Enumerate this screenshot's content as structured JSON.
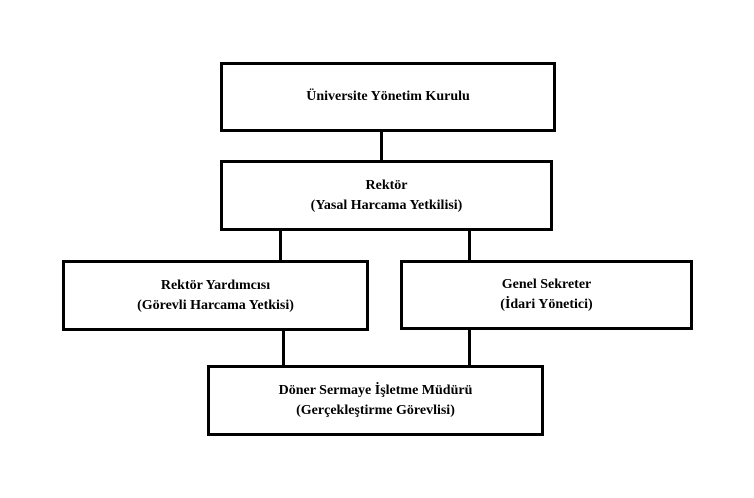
{
  "diagram": {
    "nodes": {
      "board": {
        "line1": "Üniversite Yönetim Kurulu"
      },
      "rector": {
        "line1": "Rektör",
        "line2": "(Yasal Harcama Yetkilisi)"
      },
      "vice_rector": {
        "line1": "Rektör Yardımcısı",
        "line2": "(Görevli Harcama Yetkisi)"
      },
      "secretary_general": {
        "line1": "Genel Sekreter",
        "line2": "(İdari Yönetici)"
      },
      "revolving_fund_director": {
        "line1": "Döner Sermaye İşletme Müdürü",
        "line2": "(Gerçekleştirme Görevlisi)"
      }
    },
    "edges": [
      [
        "board",
        "rector"
      ],
      [
        "rector",
        "vice_rector"
      ],
      [
        "rector",
        "secretary_general"
      ],
      [
        "vice_rector",
        "revolving_fund_director"
      ],
      [
        "secretary_general",
        "revolving_fund_director"
      ]
    ]
  }
}
